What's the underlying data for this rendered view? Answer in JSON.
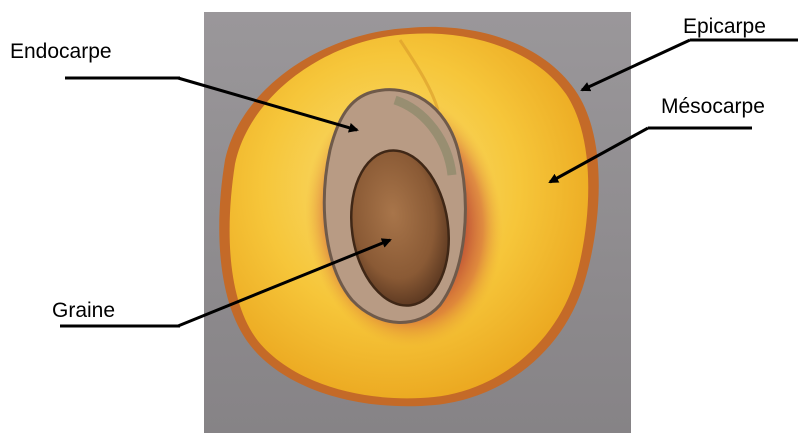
{
  "labels": {
    "endocarpe": "Endocarpe",
    "epicarpe": "Epicarpe",
    "mesocarpe": "Mésocarpe",
    "graine": "Graine"
  },
  "colors": {
    "background_photo": "#8f8c8f",
    "flesh": "#f3bd2c",
    "flesh_light": "#f8d45a",
    "skin_red": "#b8452f",
    "stone_shell": "#b49780",
    "seed": "#8a5a35",
    "leader_line": "#000000"
  }
}
